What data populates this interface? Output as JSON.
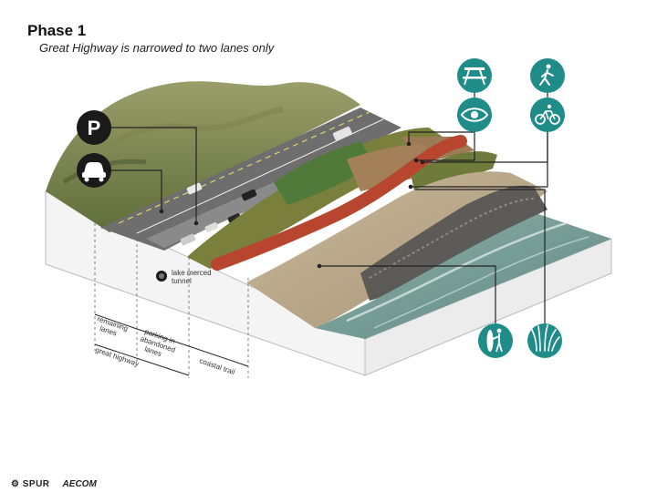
{
  "header": {
    "title": "Phase 1",
    "subtitle": "Great Highway is narrowed to two lanes only"
  },
  "labels": {
    "tunnel": [
      "lake merced",
      "tunnel"
    ],
    "remaining_lanes": [
      "remaining",
      "lanes"
    ],
    "parking": [
      "parking in",
      "abandoned",
      "lanes"
    ],
    "great_highway": "great highway",
    "coastal_trail": "coastal trail"
  },
  "icons": {
    "parking": "parking-icon",
    "car": "car-icon",
    "picnic": "picnic-table-icon",
    "viewpoint": "eye-icon",
    "walking": "pedestrian-icon",
    "biking": "bicycle-icon",
    "surfing": "surfboard-icon",
    "dune_grass": "dune-grass-icon"
  },
  "colors": {
    "icon_teal": "#1f8c8a",
    "icon_dark": "#1a1a1a",
    "trail_red": "#b8452e",
    "road": "#6e6e6e",
    "ocean": "#6f9a96"
  },
  "footer": {
    "spur": "SPUR",
    "aecom": "AECOM"
  }
}
